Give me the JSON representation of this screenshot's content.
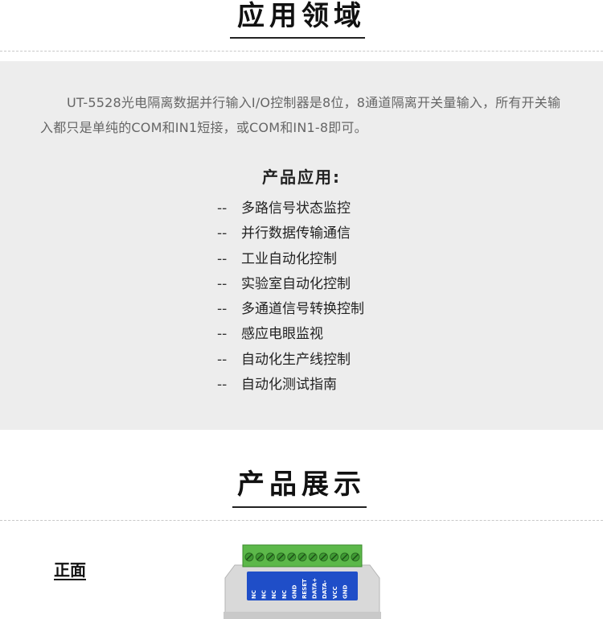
{
  "sections": {
    "application": {
      "title": "应用领域"
    },
    "showcase": {
      "title": "产品展示"
    }
  },
  "intro_text": "UT-5528光电隔离数据并行输入I/O控制器是8位，8通道隔离开关量输入，所有开关输入都只是单纯的COM和IN1短接，或COM和IN1-8即可。",
  "applications": {
    "heading": "产品应用:",
    "dash": "--",
    "items": [
      "多路信号状态监控",
      "并行数据传输通信",
      "工业自动化控制",
      "实验室自动化控制",
      "多通道信号转换控制",
      "感应电眼监视",
      "自动化生产线控制",
      "自动化测试指南"
    ]
  },
  "product": {
    "front_label": "正面",
    "pin_labels": [
      "NC",
      "NC",
      "NC",
      "NC",
      "GND",
      "RESET",
      "DATA+",
      "DATA-",
      "VCC",
      "GND"
    ],
    "colors": {
      "terminal": "#5cb84a",
      "panel": "#1f4ec8",
      "housing": "#d9d9d9"
    }
  }
}
